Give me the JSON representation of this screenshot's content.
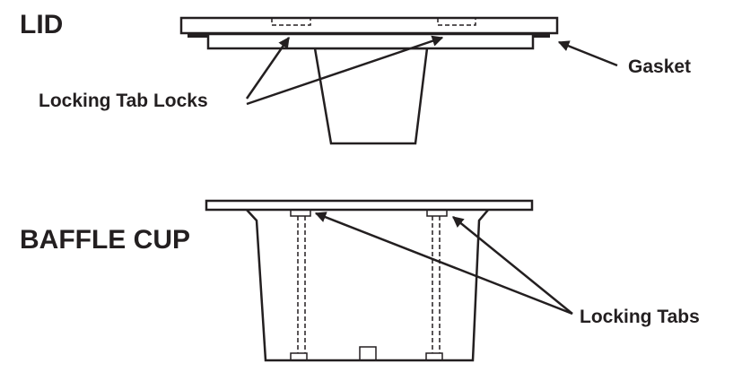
{
  "headings": {
    "lid": "LID",
    "baffle_cup": "BAFFLE CUP"
  },
  "callouts": {
    "gasket": "Gasket",
    "locking_tab_locks": "Locking Tab Locks",
    "locking_tabs": "Locking Tabs"
  },
  "colors": {
    "ink": "#231f20",
    "background": "#ffffff"
  }
}
